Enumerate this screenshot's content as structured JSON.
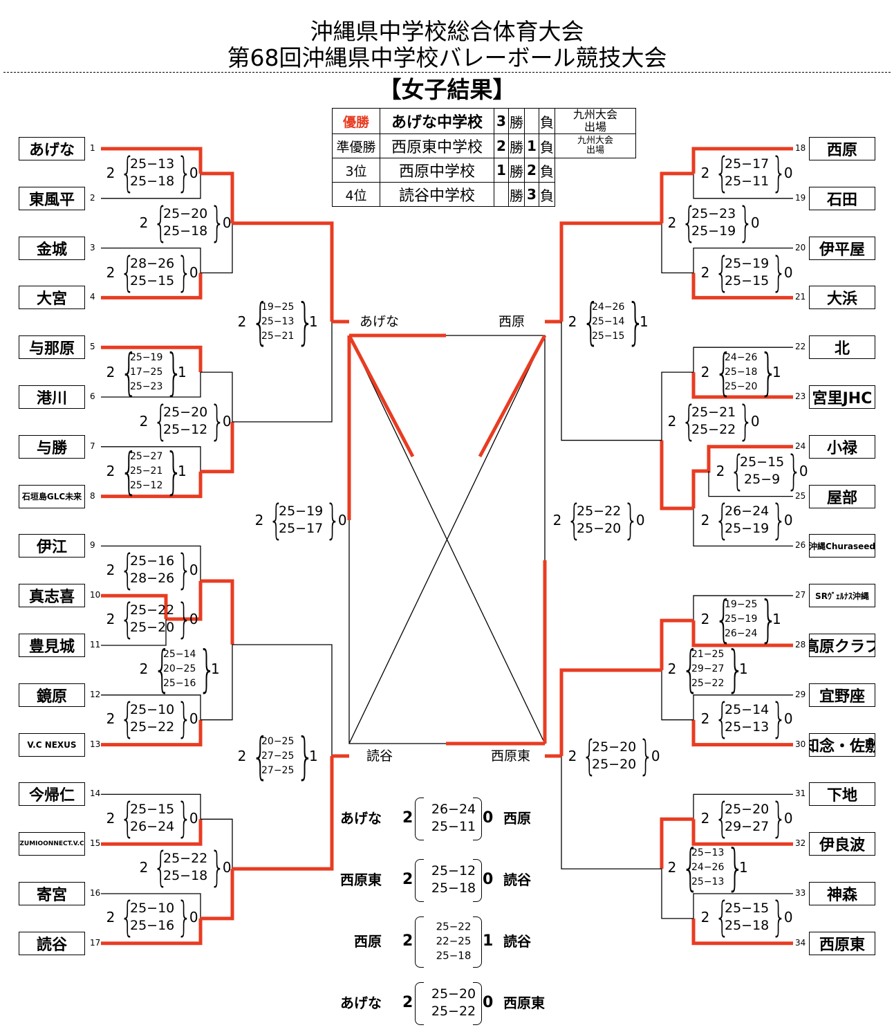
{
  "title": {
    "line1": "沖縄県中学校総合体育大会",
    "line2": "第68回沖縄県中学校バレーボール競技大会",
    "subtitle": "【女子結果】"
  },
  "colors": {
    "winner_line": "#e83c22",
    "line": "#000000"
  },
  "results": [
    {
      "rank": "優勝",
      "school": "あげな中学校",
      "wins": "3",
      "win_unit": "勝",
      "losses": "",
      "loss_unit": "負",
      "note": "九州大会\n出場"
    },
    {
      "rank": "準優勝",
      "school": "西原東中学校",
      "wins": "2",
      "win_unit": "勝",
      "losses": "1",
      "loss_unit": "負",
      "note": "九州大会\n出場"
    },
    {
      "rank": "3位",
      "school": "西原中学校",
      "wins": "1",
      "win_unit": "勝",
      "losses": "2",
      "loss_unit": "負",
      "note": ""
    },
    {
      "rank": "4位",
      "school": "読谷中学校",
      "wins": "",
      "win_unit": "勝",
      "losses": "3",
      "loss_unit": "負",
      "note": ""
    }
  ],
  "left_teams": [
    {
      "num": "1",
      "name": "あげな"
    },
    {
      "num": "2",
      "name": "東風平"
    },
    {
      "num": "3",
      "name": "金城"
    },
    {
      "num": "4",
      "name": "大宮"
    },
    {
      "num": "5",
      "name": "与那原"
    },
    {
      "num": "6",
      "name": "港川"
    },
    {
      "num": "7",
      "name": "与勝"
    },
    {
      "num": "8",
      "name": "石垣島GLC未来"
    },
    {
      "num": "9",
      "name": "伊江"
    },
    {
      "num": "10",
      "name": "真志喜"
    },
    {
      "num": "11",
      "name": "豊見城"
    },
    {
      "num": "12",
      "name": "鏡原"
    },
    {
      "num": "13",
      "name": "V.C NEXUS"
    },
    {
      "num": "14",
      "name": "今帰仁"
    },
    {
      "num": "15",
      "name": "ZUMIOONNECT.V.C"
    },
    {
      "num": "16",
      "name": "寄宮"
    },
    {
      "num": "17",
      "name": "読谷"
    }
  ],
  "right_teams": [
    {
      "num": "18",
      "name": "西原"
    },
    {
      "num": "19",
      "name": "石田"
    },
    {
      "num": "20",
      "name": "伊平屋"
    },
    {
      "num": "21",
      "name": "大浜"
    },
    {
      "num": "22",
      "name": "北"
    },
    {
      "num": "23",
      "name": "宮里JHC"
    },
    {
      "num": "24",
      "name": "小禄"
    },
    {
      "num": "25",
      "name": "屋部"
    },
    {
      "num": "26",
      "name": "沖縄Churaseed"
    },
    {
      "num": "27",
      "name": "SRｳﾞｪﾙﾅｽ沖縄"
    },
    {
      "num": "28",
      "name": "高原クラブ"
    },
    {
      "num": "29",
      "name": "宜野座"
    },
    {
      "num": "30",
      "name": "知念・佐敷"
    },
    {
      "num": "31",
      "name": "下地"
    },
    {
      "num": "32",
      "name": "伊良波"
    },
    {
      "num": "33",
      "name": "神森"
    },
    {
      "num": "34",
      "name": "西原東"
    }
  ],
  "left_scores": [
    {
      "w": "2",
      "l": "0",
      "sets": [
        "25−13",
        "25−18"
      ]
    },
    {
      "w": "2",
      "l": "0",
      "sets": [
        "28−26",
        "25−15"
      ]
    },
    {
      "w": "2",
      "l": "0",
      "sets": [
        "25−20",
        "25−18"
      ]
    },
    {
      "w": "2",
      "l": "1",
      "sets": [
        "25−19",
        "17−25",
        "25−23"
      ]
    },
    {
      "w": "2",
      "l": "1",
      "sets": [
        "25−27",
        "25−21",
        "25−12"
      ]
    },
    {
      "w": "2",
      "l": "0",
      "sets": [
        "25−20",
        "25−12"
      ]
    },
    {
      "w": "2",
      "l": "1",
      "sets": [
        "19−25",
        "25−13",
        "25−21"
      ]
    },
    {
      "w": "2",
      "l": "0",
      "sets": [
        "25−16",
        "28−26"
      ]
    },
    {
      "w": "2",
      "l": "0",
      "sets": [
        "25−22",
        "25−20"
      ]
    },
    {
      "w": "2",
      "l": "0",
      "sets": [
        "25−10",
        "25−22"
      ]
    },
    {
      "w": "2",
      "l": "1",
      "sets": [
        "25−14",
        "20−25",
        "25−16"
      ]
    },
    {
      "w": "2",
      "l": "0",
      "sets": [
        "25−15",
        "26−24"
      ]
    },
    {
      "w": "2",
      "l": "0",
      "sets": [
        "25−10",
        "25−16"
      ]
    },
    {
      "w": "2",
      "l": "0",
      "sets": [
        "25−22",
        "25−18"
      ]
    },
    {
      "w": "2",
      "l": "1",
      "sets": [
        "20−25",
        "27−25",
        "27−25"
      ]
    },
    {
      "w": "2",
      "l": "0",
      "sets": [
        "25−19",
        "25−17"
      ]
    }
  ],
  "right_scores": [
    {
      "w": "2",
      "l": "0",
      "sets": [
        "25−17",
        "25−11"
      ]
    },
    {
      "w": "2",
      "l": "0",
      "sets": [
        "25−19",
        "25−15"
      ]
    },
    {
      "w": "2",
      "l": "0",
      "sets": [
        "25−23",
        "25−19"
      ]
    },
    {
      "w": "2",
      "l": "1",
      "sets": [
        "24−26",
        "25−18",
        "25−20"
      ]
    },
    {
      "w": "2",
      "l": "0",
      "sets": [
        "25−15",
        "25−9"
      ]
    },
    {
      "w": "2",
      "l": "0",
      "sets": [
        "26−24",
        "25−19"
      ]
    },
    {
      "w": "2",
      "l": "0",
      "sets": [
        "25−21",
        "25−22"
      ]
    },
    {
      "w": "2",
      "l": "1",
      "sets": [
        "24−26",
        "25−14",
        "25−15"
      ]
    },
    {
      "w": "2",
      "l": "1",
      "sets": [
        "19−25",
        "25−19",
        "26−24"
      ]
    },
    {
      "w": "2",
      "l": "0",
      "sets": [
        "25−14",
        "25−13"
      ]
    },
    {
      "w": "2",
      "l": "1",
      "sets": [
        "21−25",
        "29−27",
        "25−22"
      ]
    },
    {
      "w": "2",
      "l": "0",
      "sets": [
        "25−20",
        "29−27"
      ]
    },
    {
      "w": "2",
      "l": "0",
      "sets": [
        "25−15",
        "25−18"
      ]
    },
    {
      "w": "2",
      "l": "1",
      "sets": [
        "25−13",
        "24−26",
        "25−13"
      ]
    },
    {
      "w": "2",
      "l": "0",
      "sets": [
        "25−20",
        "25−20"
      ]
    },
    {
      "w": "2",
      "l": "0",
      "sets": [
        "25−22",
        "25−20"
      ]
    }
  ],
  "final_labels": {
    "tl": "あげな",
    "tr": "西原",
    "bl": "読谷",
    "br": "西原東"
  },
  "final_matches": [
    {
      "left": "あげな",
      "w": "2",
      "sets": [
        "26−24",
        "25−11"
      ],
      "l": "0",
      "right": "西原"
    },
    {
      "left": "西原東",
      "w": "2",
      "sets": [
        "25−12",
        "25−18"
      ],
      "l": "0",
      "right": "読谷"
    },
    {
      "left": "西原",
      "w": "2",
      "sets": [
        "25−22",
        "22−25",
        "25−18"
      ],
      "l": "1",
      "right": "読谷"
    },
    {
      "left": "あげな",
      "w": "2",
      "sets": [
        "25−20",
        "25−22"
      ],
      "l": "0",
      "right": "西原東"
    }
  ]
}
